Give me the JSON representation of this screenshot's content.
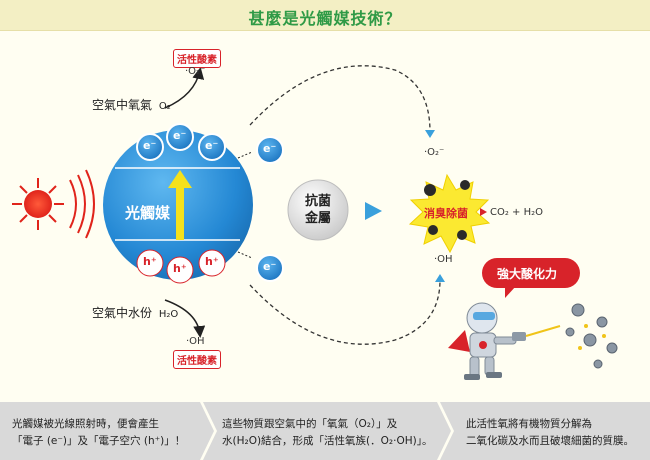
{
  "title": "甚麼是光觸媒技術？",
  "labels": {
    "oxygen_source": "空氣中氧氣",
    "oxygen_formula": "O₂",
    "water_source": "空氣中水份",
    "water_formula": "H₂O",
    "active_oxygen_tag_top": "活性酸素",
    "active_oxygen_tag_bottom": "活性酸素",
    "superoxide": "·O₂⁻",
    "hydroxyl": "·OH",
    "superoxide_right": "·O₂⁻",
    "hydroxyl_right": "·OH",
    "photocatalyst": "光觸媒",
    "electron": "e⁻",
    "hole": "h⁺",
    "antibacterial_metal_line1": "抗菌",
    "antibacterial_metal_line2": "金屬",
    "deodorize": "消臭除菌",
    "products": "CO₂ + H₂O",
    "strong_oxidation": "強大酸化力"
  },
  "steps": [
    {
      "line1": "光觸媒被光線照射時，便會產生",
      "line2": "「電子 (e⁻)」及「電子空穴 (h⁺)」！"
    },
    {
      "line1": "這些物質跟空氣中的「氧氣（O₂）」及",
      "line2": "水(H₂O)結合，形成「活性氧族(．O₂·OH)」。"
    },
    {
      "line1": "此活性氧將有機物質分解為",
      "line2": "二氧化碳及水而且破壞細菌的質膜。"
    }
  ],
  "colors": {
    "title_green": "#2f9a46",
    "sphere_blue": "#2a8ed6",
    "accent_red": "#d8232a",
    "arrow_blue": "#3aa0dc",
    "bottom_bar": "#d9d9d9"
  }
}
